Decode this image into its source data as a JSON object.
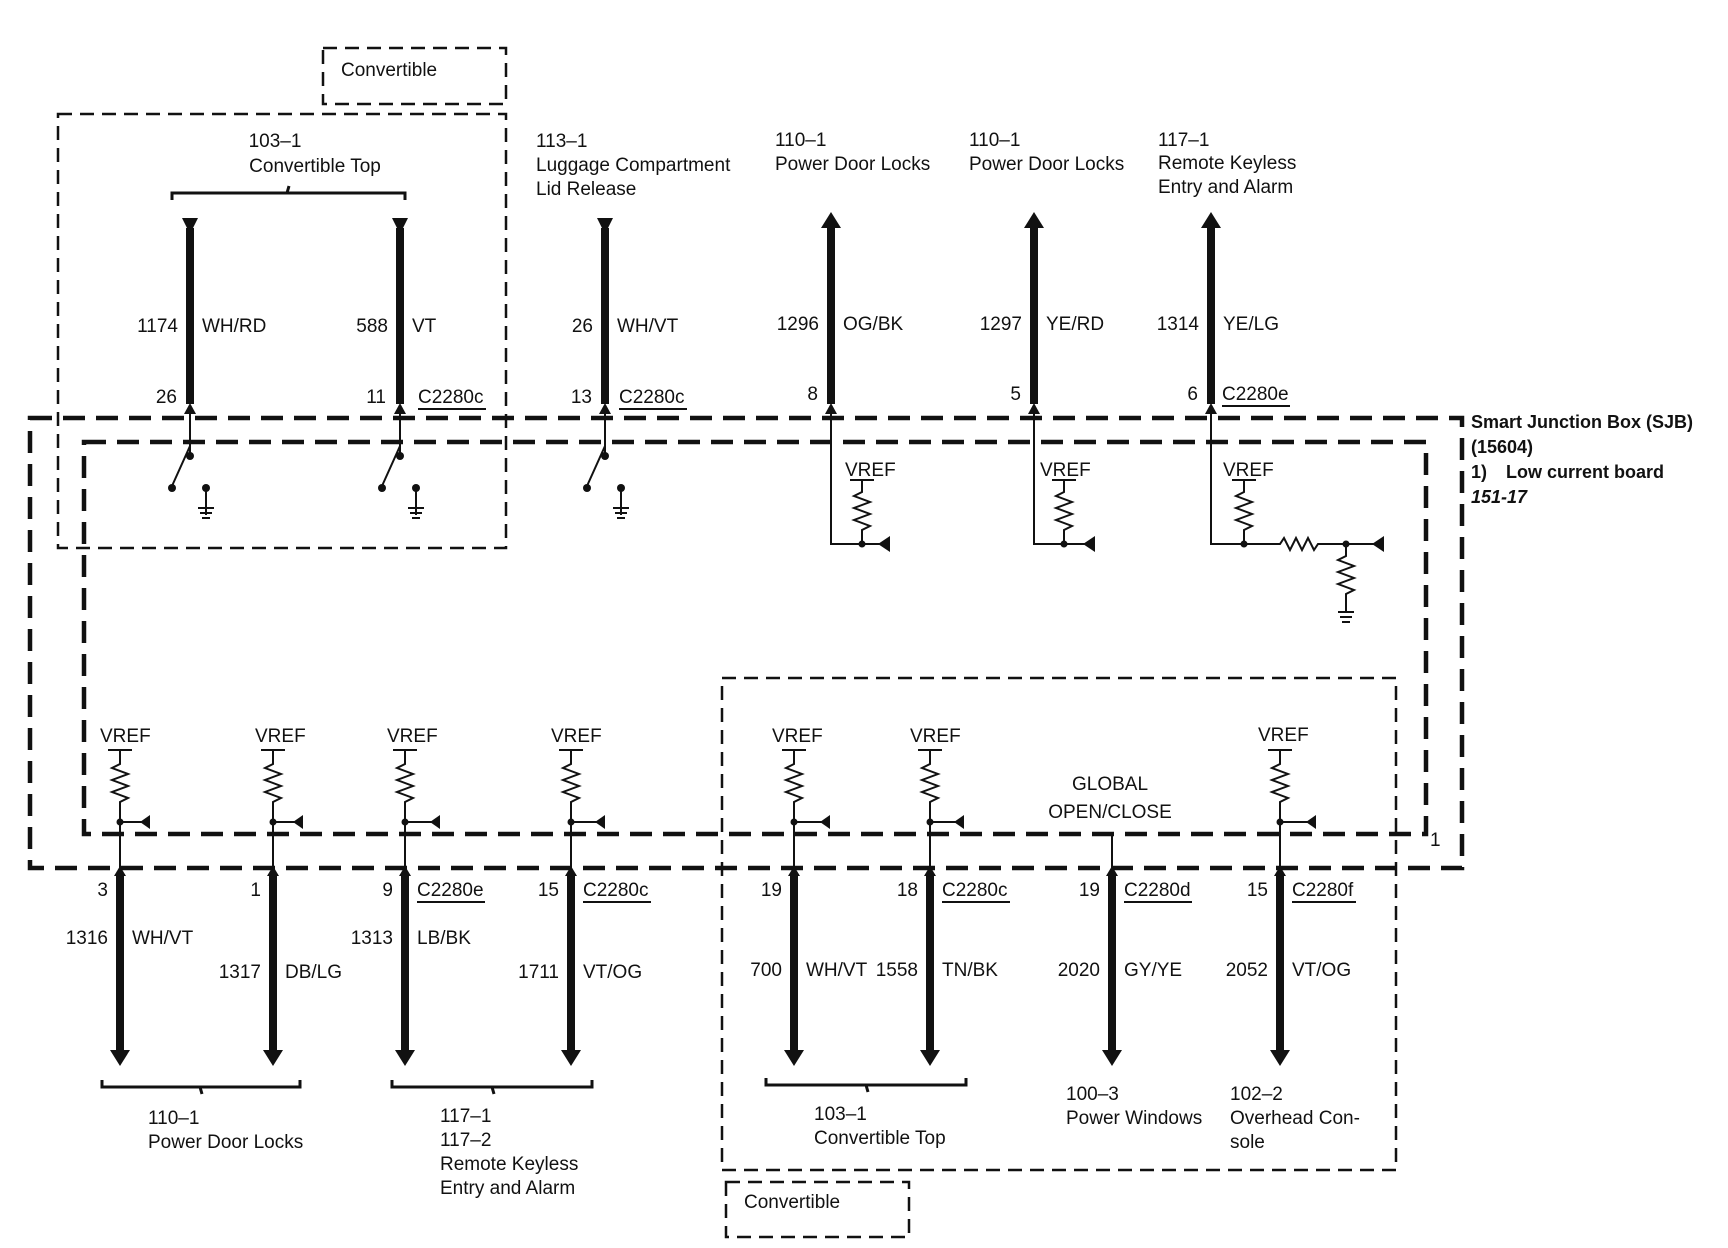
{
  "sjb": {
    "title": "Smart Junction Box (SJB)",
    "part": "(15604)",
    "board_num": "1)",
    "board": "Low current board",
    "ref": "151-17",
    "pin_label": "1"
  },
  "convertible_top_label": "Convertible",
  "convertible_bottom_label": "Convertible",
  "top_groups": [
    {
      "lines": [
        "103–1",
        "Convertible Top"
      ]
    },
    {
      "lines": [
        "113–1",
        "Luggage Compartment",
        "Lid Release"
      ]
    },
    {
      "lines": [
        "110–1",
        "Power Door Locks"
      ]
    },
    {
      "lines": [
        "110–1",
        "Power Door Locks"
      ]
    },
    {
      "lines": [
        "117–1",
        "Remote Keyless",
        "Entry and Alarm"
      ]
    }
  ],
  "top_wires": [
    {
      "circuit": "1174",
      "color": "WH/RD",
      "pin": "26",
      "connector": ""
    },
    {
      "circuit": "588",
      "color": "VT",
      "pin": "11",
      "connector": "C2280c"
    },
    {
      "circuit": "26",
      "color": "WH/VT",
      "pin": "13",
      "connector": "C2280c"
    },
    {
      "circuit": "1296",
      "color": "OG/BK",
      "pin": "8",
      "connector": ""
    },
    {
      "circuit": "1297",
      "color": "YE/RD",
      "pin": "5",
      "connector": ""
    },
    {
      "circuit": "1314",
      "color": "YE/LG",
      "pin": "6",
      "connector": "C2280e"
    }
  ],
  "vref_label": "VREF",
  "global_label": [
    "GLOBAL",
    "OPEN/CLOSE"
  ],
  "bottom_wires": [
    {
      "circuit": "1316",
      "color": "WH/VT",
      "pin": "3",
      "connector": ""
    },
    {
      "circuit": "1317",
      "color": "DB/LG",
      "pin": "1",
      "connector": ""
    },
    {
      "circuit": "1313",
      "color": "LB/BK",
      "pin": "9",
      "connector": "C2280e"
    },
    {
      "circuit": "1711",
      "color": "VT/OG",
      "pin": "15",
      "connector": "C2280c"
    },
    {
      "circuit": "700",
      "color": "WH/VT",
      "pin": "19",
      "connector": ""
    },
    {
      "circuit": "1558",
      "color": "TN/BK",
      "pin": "18",
      "connector": "C2280c"
    },
    {
      "circuit": "2020",
      "color": "GY/YE",
      "pin": "19",
      "connector": "C2280d"
    },
    {
      "circuit": "2052",
      "color": "VT/OG",
      "pin": "15",
      "connector": "C2280f"
    }
  ],
  "bottom_groups": [
    {
      "lines": [
        "110–1",
        "Power Door Locks"
      ]
    },
    {
      "lines": [
        "117–1",
        "117–2",
        "Remote Keyless",
        "Entry and Alarm"
      ]
    },
    {
      "lines": [
        "103–1",
        "Convertible Top"
      ]
    },
    {
      "lines": [
        "100–3",
        "Power Windows"
      ]
    },
    {
      "lines": [
        "102–2",
        "Overhead Con-",
        "sole"
      ]
    }
  ]
}
